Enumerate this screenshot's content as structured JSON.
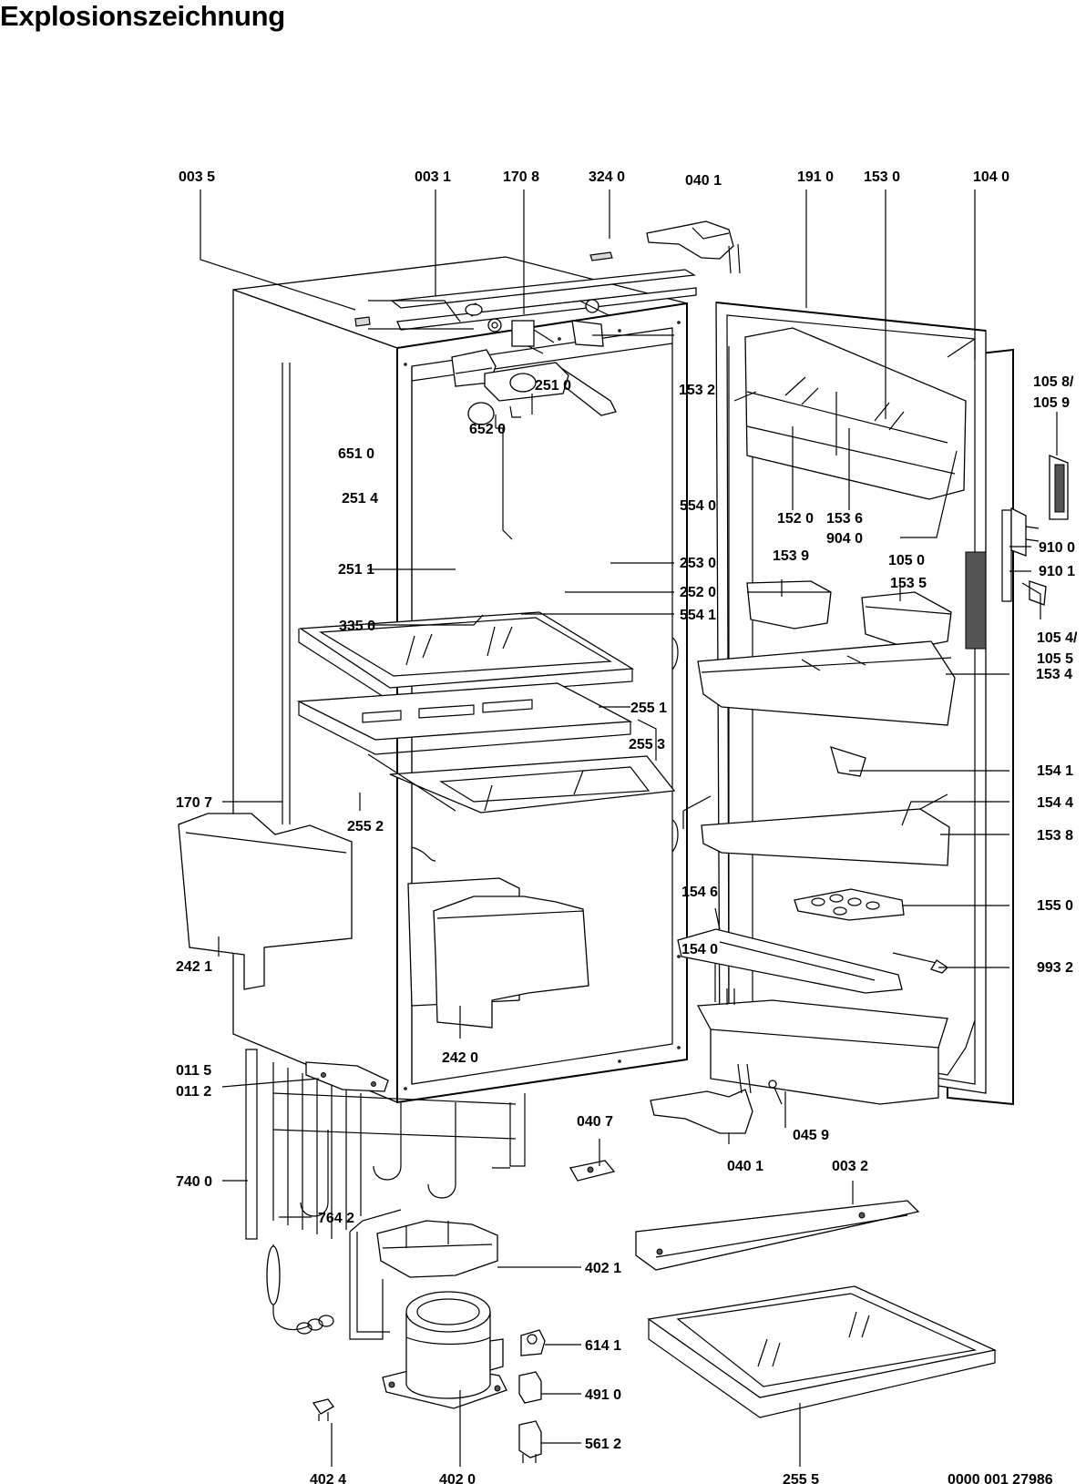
{
  "title": "Explosionszeichnung",
  "document_number": "0000 001 27986",
  "parts": [
    {
      "id": "p0035",
      "label": "003 5"
    },
    {
      "id": "p0031",
      "label": "003 1"
    },
    {
      "id": "p1708",
      "label": "170 8"
    },
    {
      "id": "p3240",
      "label": "324 0"
    },
    {
      "id": "p0401a",
      "label": "040 1"
    },
    {
      "id": "p1910",
      "label": "191 0"
    },
    {
      "id": "p1530",
      "label": "153 0"
    },
    {
      "id": "p1040",
      "label": "104 0"
    },
    {
      "id": "p1058",
      "label": "105 8/"
    },
    {
      "id": "p1059",
      "label": "105 9"
    },
    {
      "id": "p2510",
      "label": "251 0"
    },
    {
      "id": "p1532",
      "label": "153 2"
    },
    {
      "id": "p6520",
      "label": "652 0"
    },
    {
      "id": "p6510",
      "label": "651 0"
    },
    {
      "id": "p2514",
      "label": "251 4"
    },
    {
      "id": "p5540",
      "label": "554 0"
    },
    {
      "id": "p1520",
      "label": "152 0"
    },
    {
      "id": "p1536",
      "label": "153 6"
    },
    {
      "id": "p9040",
      "label": "904 0"
    },
    {
      "id": "p9100",
      "label": "910 0"
    },
    {
      "id": "p2511",
      "label": "251 1"
    },
    {
      "id": "p2530",
      "label": "253 0"
    },
    {
      "id": "p1539",
      "label": "153 9"
    },
    {
      "id": "p1050",
      "label": "105 0"
    },
    {
      "id": "p9101",
      "label": "910 1"
    },
    {
      "id": "p2520",
      "label": "252 0"
    },
    {
      "id": "p1535",
      "label": "153 5"
    },
    {
      "id": "p3350",
      "label": "335 0"
    },
    {
      "id": "p5541",
      "label": "554 1"
    },
    {
      "id": "p1054",
      "label": "105 4/"
    },
    {
      "id": "p1055",
      "label": "105 5"
    },
    {
      "id": "p1534",
      "label": "153 4"
    },
    {
      "id": "p2551",
      "label": "255 1"
    },
    {
      "id": "p2553",
      "label": "255 3"
    },
    {
      "id": "p1541",
      "label": "154 1"
    },
    {
      "id": "p1707",
      "label": "170 7"
    },
    {
      "id": "p1544",
      "label": "154 4"
    },
    {
      "id": "p2552",
      "label": "255 2"
    },
    {
      "id": "p1538",
      "label": "153 8"
    },
    {
      "id": "p1546",
      "label": "154 6"
    },
    {
      "id": "p1550",
      "label": "155 0"
    },
    {
      "id": "p1540",
      "label": "154 0"
    },
    {
      "id": "p9932",
      "label": "993 2"
    },
    {
      "id": "p2421",
      "label": "242 1"
    },
    {
      "id": "p2420",
      "label": "242 0"
    },
    {
      "id": "p0115",
      "label": "011 5"
    },
    {
      "id": "p0112",
      "label": "011 2"
    },
    {
      "id": "p0407",
      "label": "040 7"
    },
    {
      "id": "p0459",
      "label": "045 9"
    },
    {
      "id": "p0401b",
      "label": "040 1"
    },
    {
      "id": "p7400",
      "label": "740 0"
    },
    {
      "id": "p0032",
      "label": "003 2"
    },
    {
      "id": "p7642",
      "label": "764 2"
    },
    {
      "id": "p4021",
      "label": "402 1"
    },
    {
      "id": "p6141",
      "label": "614 1"
    },
    {
      "id": "p4910",
      "label": "491 0"
    },
    {
      "id": "p5612",
      "label": "561 2"
    },
    {
      "id": "p4024",
      "label": "402 4"
    },
    {
      "id": "p4020",
      "label": "402 0"
    },
    {
      "id": "p2555",
      "label": "255 5"
    }
  ]
}
